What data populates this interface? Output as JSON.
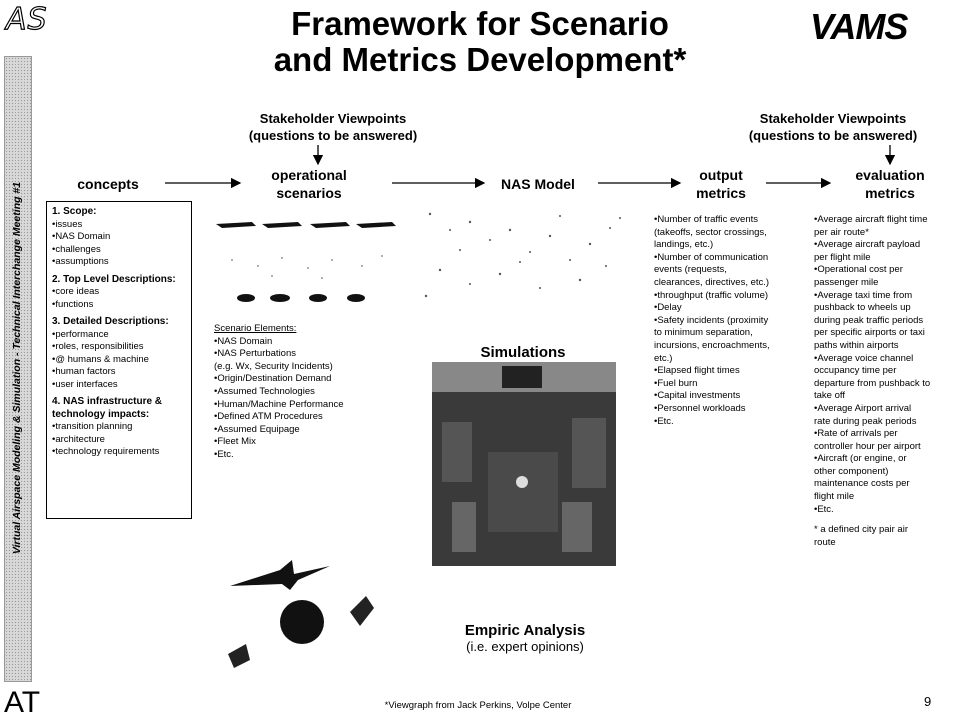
{
  "logos": {
    "top_left": "AS",
    "top_right": "VAMS",
    "bottom_left": "AT"
  },
  "title": {
    "line1": "Framework for Scenario",
    "line2": "and  Metrics Development*"
  },
  "sidebar_text": "Virtual Airspace Modeling & Simulation - Technical Interchange Meeting #1",
  "stakeholder_left": {
    "line1": "Stakeholder Viewpoints",
    "line2": "(questions to be answered)"
  },
  "stakeholder_right": {
    "line1": "Stakeholder Viewpoints",
    "line2": "(questions to be answered)"
  },
  "flow": {
    "concepts": "concepts",
    "operational_line1": "operational",
    "operational_line2": "scenarios",
    "nas_model": "NAS Model",
    "output_line1": "output",
    "output_line2": "metrics",
    "evaluation_line1": "evaluation",
    "evaluation_line2": "metrics"
  },
  "concepts_box": {
    "sections": [
      {
        "heading": "1. Scope:",
        "items": [
          "•issues",
          "•NAS Domain",
          "•challenges",
          "•assumptions"
        ]
      },
      {
        "heading": "2. Top Level Descriptions:",
        "items": [
          "•core ideas",
          "•functions"
        ]
      },
      {
        "heading": "3. Detailed Descriptions:",
        "items": [
          "•performance",
          "•roles, responsibilities",
          "•@ humans & machine",
          "•human factors",
          "•user interfaces"
        ]
      },
      {
        "heading": "4. NAS infrastructure & technology impacts:",
        "items": [
          "•transition planning",
          "•architecture",
          "•technology requirements"
        ]
      }
    ]
  },
  "scenario_elements": {
    "heading": "Scenario Elements:",
    "items": [
      "•NAS Domain",
      "•NAS Perturbations",
      "(e.g. Wx, Security Incidents)",
      "•Origin/Destination Demand",
      "•Assumed Technologies",
      "•Human/Machine Performance",
      "•Defined ATM Procedures",
      "•Assumed Equipage",
      "•Fleet Mix",
      "•Etc."
    ]
  },
  "simulations": "Simulations",
  "empiric": {
    "line1": "Empiric Analysis",
    "line2": "(i.e. expert opinions)"
  },
  "output_metrics": {
    "items": [
      "•Number of traffic events",
      "(takeoffs, sector crossings,",
      "landings, etc.)",
      "•Number of communication",
      "events (requests,",
      "clearances, directives, etc.)",
      "•throughput (traffic volume)",
      "•Delay",
      "•Safety incidents (proximity",
      "to minimum separation,",
      "incursions, encroachments,",
      "etc.)",
      "•Elapsed flight times",
      "•Fuel burn",
      "•Capital investments",
      "•Personnel workloads",
      "•Etc."
    ]
  },
  "evaluation_metrics": {
    "items": [
      "•Average aircraft flight time",
      "per air route*",
      "•Average aircraft payload",
      "per flight mile",
      "•Operational cost per",
      "passenger mile",
      "•Average taxi time from",
      "pushback to wheels up",
      "during peak traffic periods",
      "per specific airports or taxi",
      "paths within airports",
      "•Average voice channel",
      "occupancy time per",
      "departure from pushback to",
      "take off",
      "•Average Airport arrival",
      "rate during peak periods",
      "•Rate of arrivals per",
      "controller hour per airport",
      "•Aircraft (or engine, or",
      "other component)",
      "maintenance costs per",
      "flight mile",
      "•Etc."
    ],
    "footnote_line1": "* a defined city pair air",
    "footnote_line2": "route"
  },
  "footer": "*Viewgraph from Jack Perkins, Volpe Center",
  "page_number": "9"
}
